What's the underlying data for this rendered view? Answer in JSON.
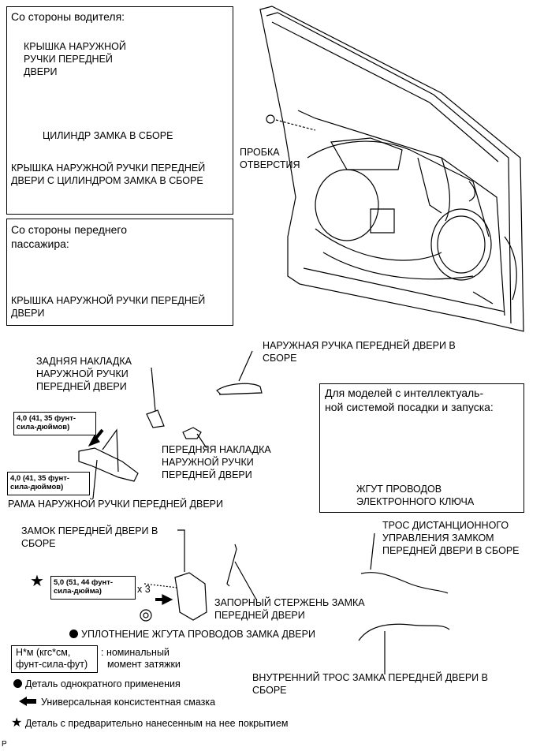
{
  "driver_section": {
    "title": "Со стороны водителя:",
    "cover_label_lines": [
      "КРЫШКА НАРУЖНОЙ",
      "РУЧКИ ПЕРЕДНЕЙ",
      "ДВЕРИ"
    ],
    "cylinder_label": "ЦИЛИНДР ЗАМКА В СБОРЕ",
    "assembly_label_lines": [
      "КРЫШКА НАРУЖНОЙ РУЧКИ ПЕРЕДНЕЙ",
      "ДВЕРИ С ЦИЛИНДРОМ ЗАМКА В СБОРЕ"
    ]
  },
  "passenger_section": {
    "title_lines": [
      "Со стороны переднего",
      "пассажира:"
    ],
    "cover_label_lines": [
      "КРЫШКА НАРУЖНОЙ РУЧКИ ПЕРЕДНЕЙ",
      "ДВЕРИ"
    ]
  },
  "hole_plug_lines": [
    "ПРОБКА",
    "ОТВЕРСТИЯ"
  ],
  "rear_cover_lines": [
    "ЗАДНЯЯ НАКЛАДКА",
    "НАРУЖНОЙ РУЧКИ",
    "ПЕРЕДНЕЙ ДВЕРИ"
  ],
  "outside_handle_lines": [
    "НАРУЖНАЯ РУЧКА ПЕРЕДНЕЙ ДВЕРИ В",
    "СБОРЕ"
  ],
  "torque_1_lines": [
    "4,0 (41, 35 фунт-",
    "сила-дюймов)"
  ],
  "torque_2_lines": [
    "4,0 (41, 35 фунт-",
    "сила-дюймов)"
  ],
  "front_cover_lines": [
    "ПЕРЕДНЯЯ НАКЛАДКА",
    "НАРУЖНОЙ РУЧКИ",
    "ПЕРЕДНЕЙ ДВЕРИ"
  ],
  "frame_label": "РАМА НАРУЖНОЙ РУЧКИ ПЕРЕДНЕЙ ДВЕРИ",
  "smart_section": {
    "title_lines": [
      "Для моделей с интеллектуаль-",
      "ной системой посадки и запуска:"
    ],
    "wire_label_lines": [
      "ЖГУТ ПРОВОДОВ",
      "ЭЛЕКТРОННОГО КЛЮЧА"
    ]
  },
  "lock_label_lines": [
    "ЗАМОК ПЕРЕДНЕЙ ДВЕРИ В",
    "СБОРЕ"
  ],
  "torque_3_lines": [
    "5,0 (51, 44 фунт-",
    "сила-дюйма)"
  ],
  "times_label": "x 3",
  "lock_rod_lines": [
    "ЗАПОРНЫЙ СТЕРЖЕНЬ ЗАМКА",
    "ПЕРЕДНЕЙ ДВЕРИ"
  ],
  "remote_cable_lines": [
    "ТРОС ДИСТАНЦИОННОГО",
    "УПРАВЛЕНИЯ ЗАМКОМ",
    "ПЕРЕДНЕЙ ДВЕРИ В СБОРЕ"
  ],
  "seal_label": "УПЛОТНЕНИЕ ЖГУТА ПРОВОДОВ ЗАМКА ДВЕРИ",
  "inner_cable_lines": [
    "ВНУТРЕННИЙ ТРОС ЗАМКА ПЕРЕДНЕЙ ДВЕРИ В",
    "СБОРЕ"
  ],
  "legend": {
    "unit_lines": [
      "Н*м (кгс*см,",
      "фунт-сила-фут)"
    ],
    "unit_desc_lines": [
      ": номинальный",
      "момент затяжки"
    ],
    "non_reusable": "Деталь однократного применения",
    "grease": "Универсальная консистентная смазка",
    "precoated": "Деталь с предварительно нанесенным на нее покрытием"
  },
  "corner_mark": "P"
}
